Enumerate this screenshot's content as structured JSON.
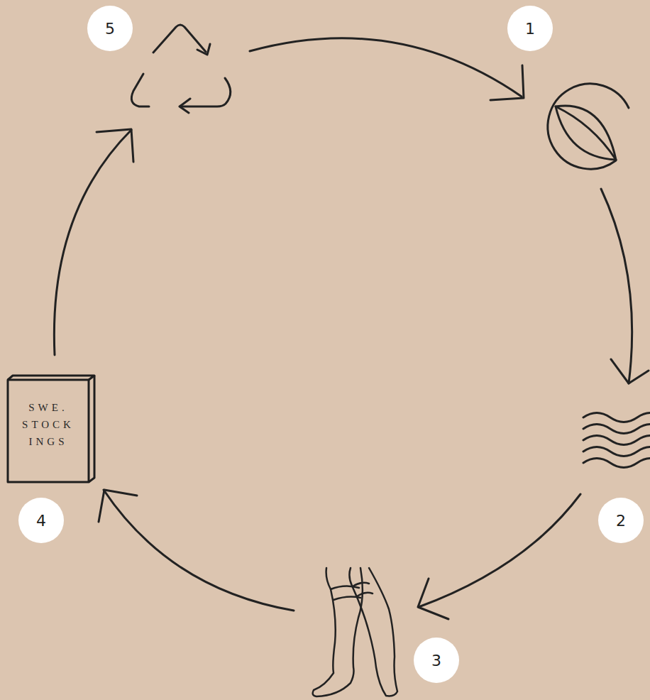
{
  "diagram": {
    "nodes": [
      {
        "text": [
          "5"
        ]
      },
      {
        "text": [
          "1"
        ]
      },
      {
        "text": [
          "SWE. STOCK INGS"
        ]
      },
      {
        "text": [
          "4"
        ]
      },
      {
        "text": [
          "2"
        ]
      },
      {
        "text": [
          "3"
        ]
      }
    ]
  }
}
